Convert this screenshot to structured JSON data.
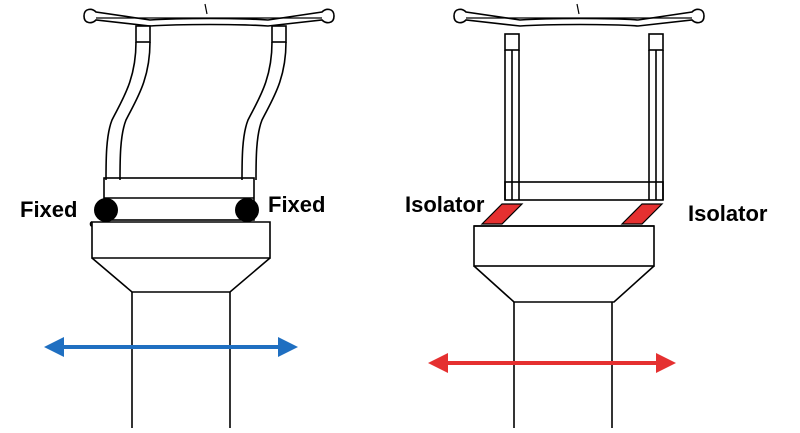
{
  "left_panel": {
    "label_left": "Fixed",
    "label_right": "Fixed",
    "arrow_color": "#1f6fc1",
    "joint_color": "#000000"
  },
  "right_panel": {
    "label_left": "Isolator",
    "label_right": "Isolator",
    "arrow_color": "#e53030",
    "isolator_color": "#e53030"
  }
}
